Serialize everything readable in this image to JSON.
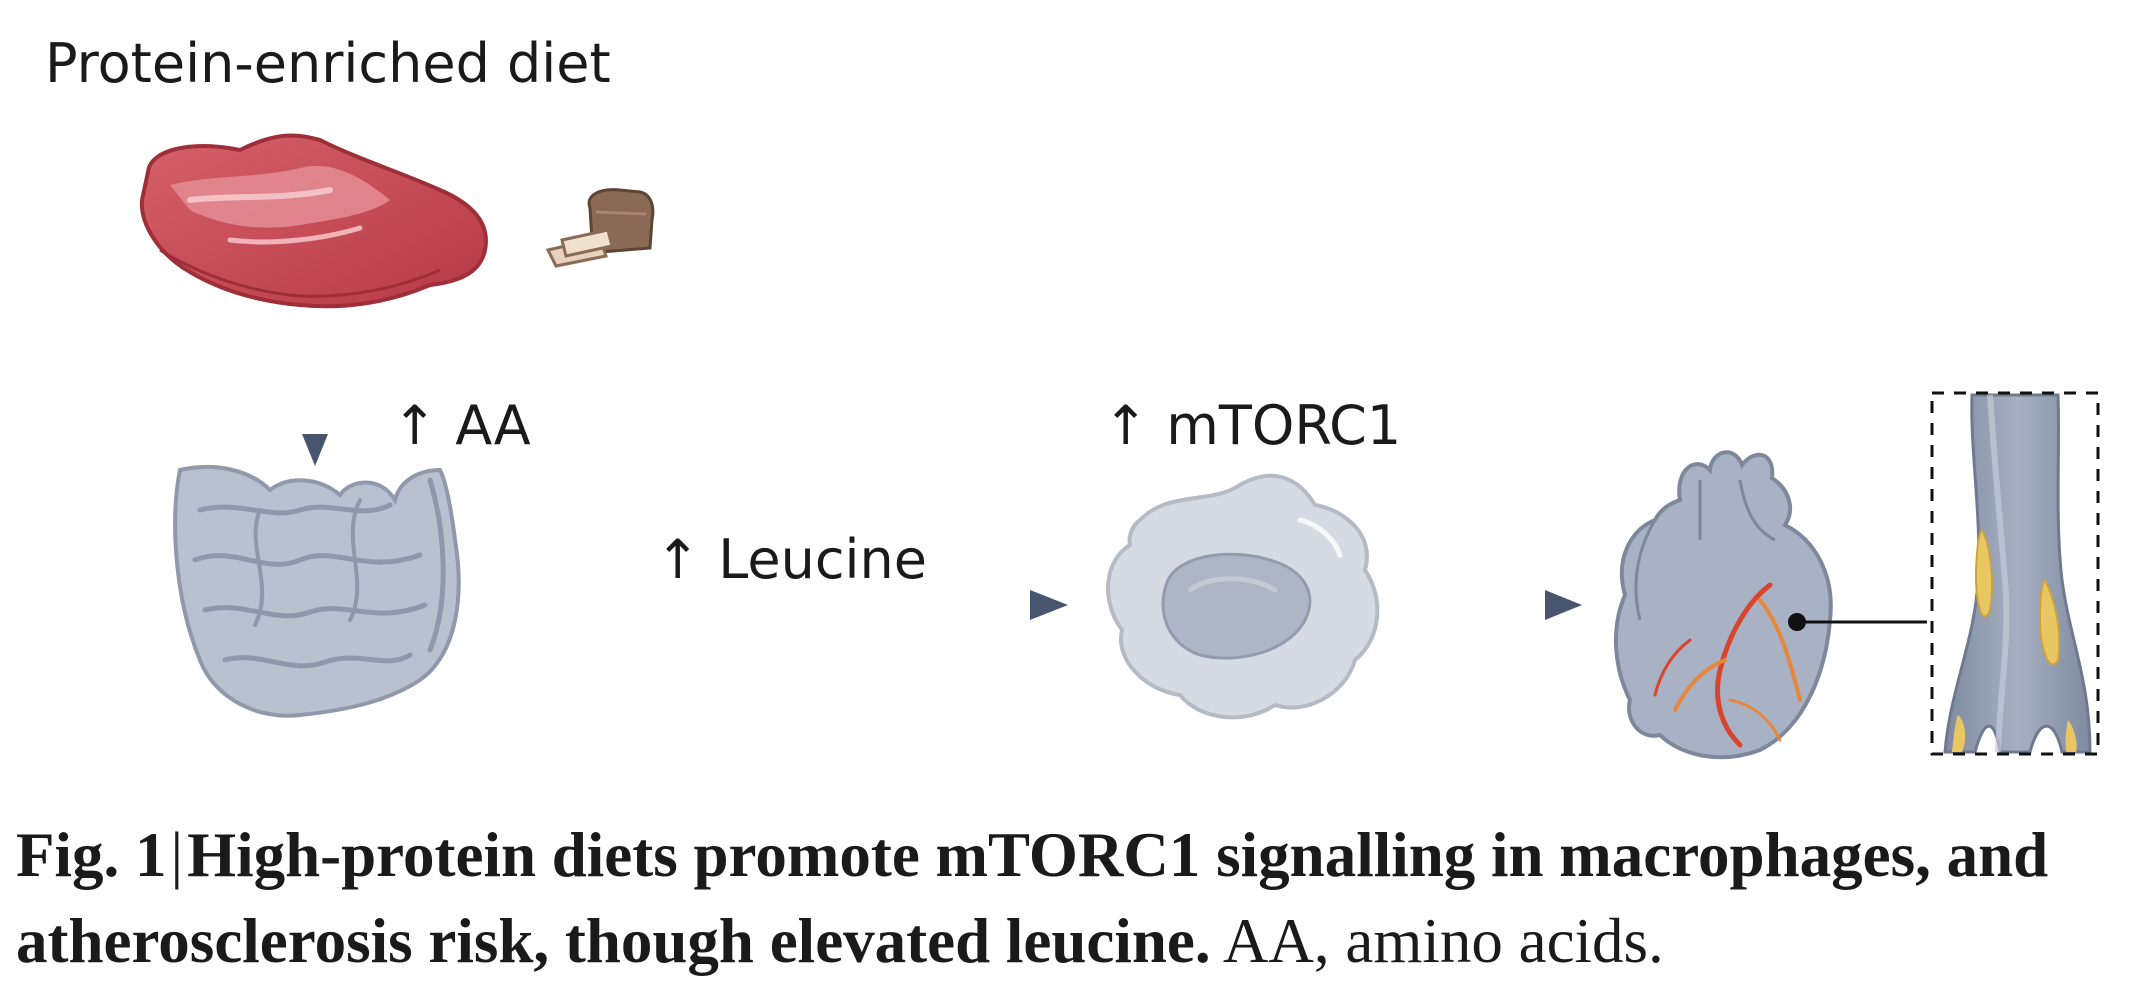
{
  "diagram": {
    "diet_title": "Protein-enriched diet",
    "aa_arrow": "↑",
    "aa_label": "AA",
    "leucine_arrow": "↑",
    "leucine_label": "Leucine",
    "mtorc1_arrow": "↑",
    "mtorc1_label": "mTORC1"
  },
  "caption": {
    "fig_label": "Fig. 1",
    "separator": "|",
    "title": "High-protein diets promote mTORC1 signalling in macrophages, and atherosclerosis risk, though elevated leucine.",
    "note": "AA, amino acids."
  },
  "colors": {
    "meat": "#c5474f",
    "meat_light": "#e89aa0",
    "bread": "#8a6a55",
    "intestine": "#b9c0cf",
    "macrophage": "#d6dae2",
    "nucleus": "#aeb5c4",
    "heart": "#a9b2c4",
    "artery": "#8f99ad",
    "plaque": "#e8c763",
    "vessel_red": "#d8452f",
    "arrow": "#47556e",
    "text": "#1a1a1a"
  },
  "icons": {
    "meat": "steak-icon",
    "bread": "bread-loaf-icon",
    "intestine": "intestine-icon",
    "macrophage": "macrophage-cell-icon",
    "heart": "heart-icon",
    "artery": "artery-plaque-icon"
  }
}
